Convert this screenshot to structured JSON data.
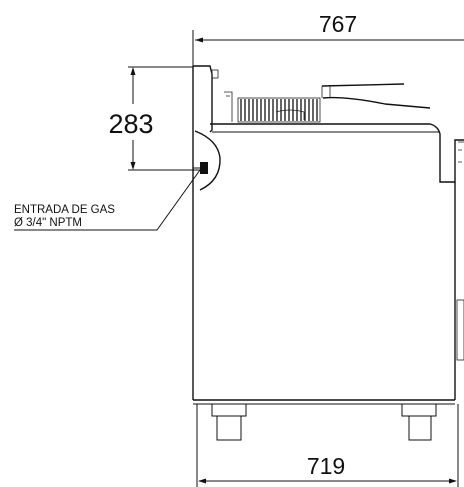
{
  "dimensions": {
    "top_width": "767",
    "height_to_inlet": "283",
    "bottom_width": "719"
  },
  "note": {
    "line1": "ENTRADA DE GAS",
    "line2": "Ø 3/4\" NPTM"
  }
}
